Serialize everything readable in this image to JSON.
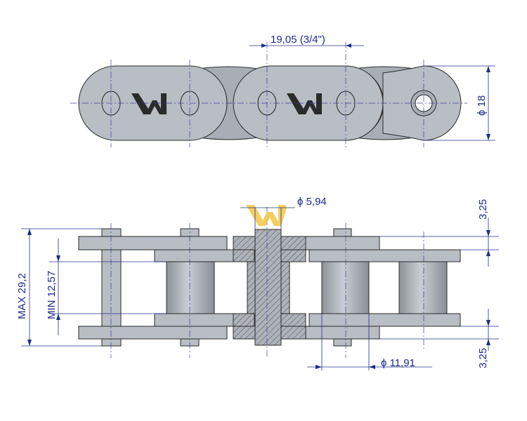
{
  "title": "Roller chain 12B technical drawing",
  "dimensions": {
    "pitch": "19,05  (3/4\")",
    "plate_height": "ϕ 18",
    "pin_diameter": "ϕ  5,94",
    "roller_diameter": "ϕ  11,91",
    "max_width": "MAX  29,2",
    "min_inner_width": "MIN  12,57",
    "plate_thickness_top": "3,25",
    "plate_thickness_bottom": "3,25"
  },
  "colors": {
    "part": "#b9bdc4",
    "dimension": "#1c2a8c",
    "logo": "#f2c94c"
  }
}
